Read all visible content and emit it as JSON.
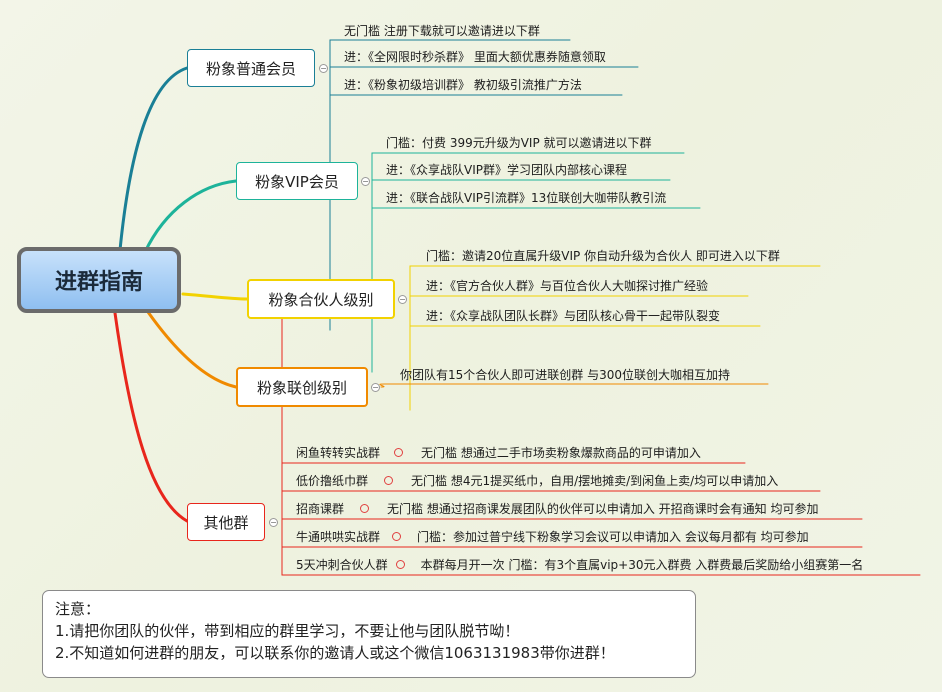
{
  "root": {
    "title": "进群指南"
  },
  "branches": [
    {
      "label": "粉象普通会员",
      "color": "#1a7f96",
      "children": [
        "无门槛 注册下载就可以邀请进以下群",
        "进：《全网限时秒杀群》 里面大额优惠券随意领取",
        "进：《粉象初级培训群》 教初级引流推广方法"
      ]
    },
    {
      "label": "粉象VIP会员",
      "color": "#1db39a",
      "children": [
        "门槛：付费 399元升级为VIP 就可以邀请进以下群",
        "进：《众享战队VIP群》学习团队内部核心课程",
        "进：《联合战队VIP引流群》13位联创大咖带队教引流"
      ]
    },
    {
      "label": "粉象合伙人级别",
      "color": "#f2d200",
      "children": [
        "门槛：邀请20位直属升级VIP 你自动升级为合伙人 即可进入以下群",
        "进：《官方合伙人群》与百位合伙人大咖探讨推广经验",
        "进：《众享战队团队长群》与团队核心骨干一起带队裂变"
      ]
    },
    {
      "label": "粉象联创级别",
      "color": "#f08a00",
      "children": [
        "你团队有15个合伙人即可进联创群 与300位联创大咖相互加持"
      ]
    },
    {
      "label": "其他群",
      "color": "#e8261c",
      "children": [
        {
          "name": "闲鱼转转实战群",
          "desc": "无门槛 想通过二手市场卖粉象爆款商品的可申请加入"
        },
        {
          "name": "低价撸纸巾群",
          "desc": "无门槛 想4元1提买纸巾，自用/摆地摊卖/到闲鱼上卖/均可以申请加入"
        },
        {
          "name": "招商课群",
          "desc": "无门槛 想通过招商课发展团队的伙伴可以申请加入 开招商课时会有通知 均可参加"
        },
        {
          "name": "牛通哄哄实战群",
          "desc": "门槛：参加过普宁线下粉象学习会议可以申请加入 会议每月都有 均可参加"
        },
        {
          "name": "5天冲刺合伙人群",
          "desc": "本群每月开一次 门槛：有3个直属vip+30元入群费 入群费最后奖励给小组赛第一名"
        }
      ]
    }
  ],
  "note": {
    "title": "注意：",
    "lines": [
      "1.请把你团队的伙伴，带到相应的群里学习，不要让他与团队脱节呦！",
      "2.不知道如何进群的朋友，可以联系你的邀请人或这个微信1063131983带你进群！"
    ]
  }
}
